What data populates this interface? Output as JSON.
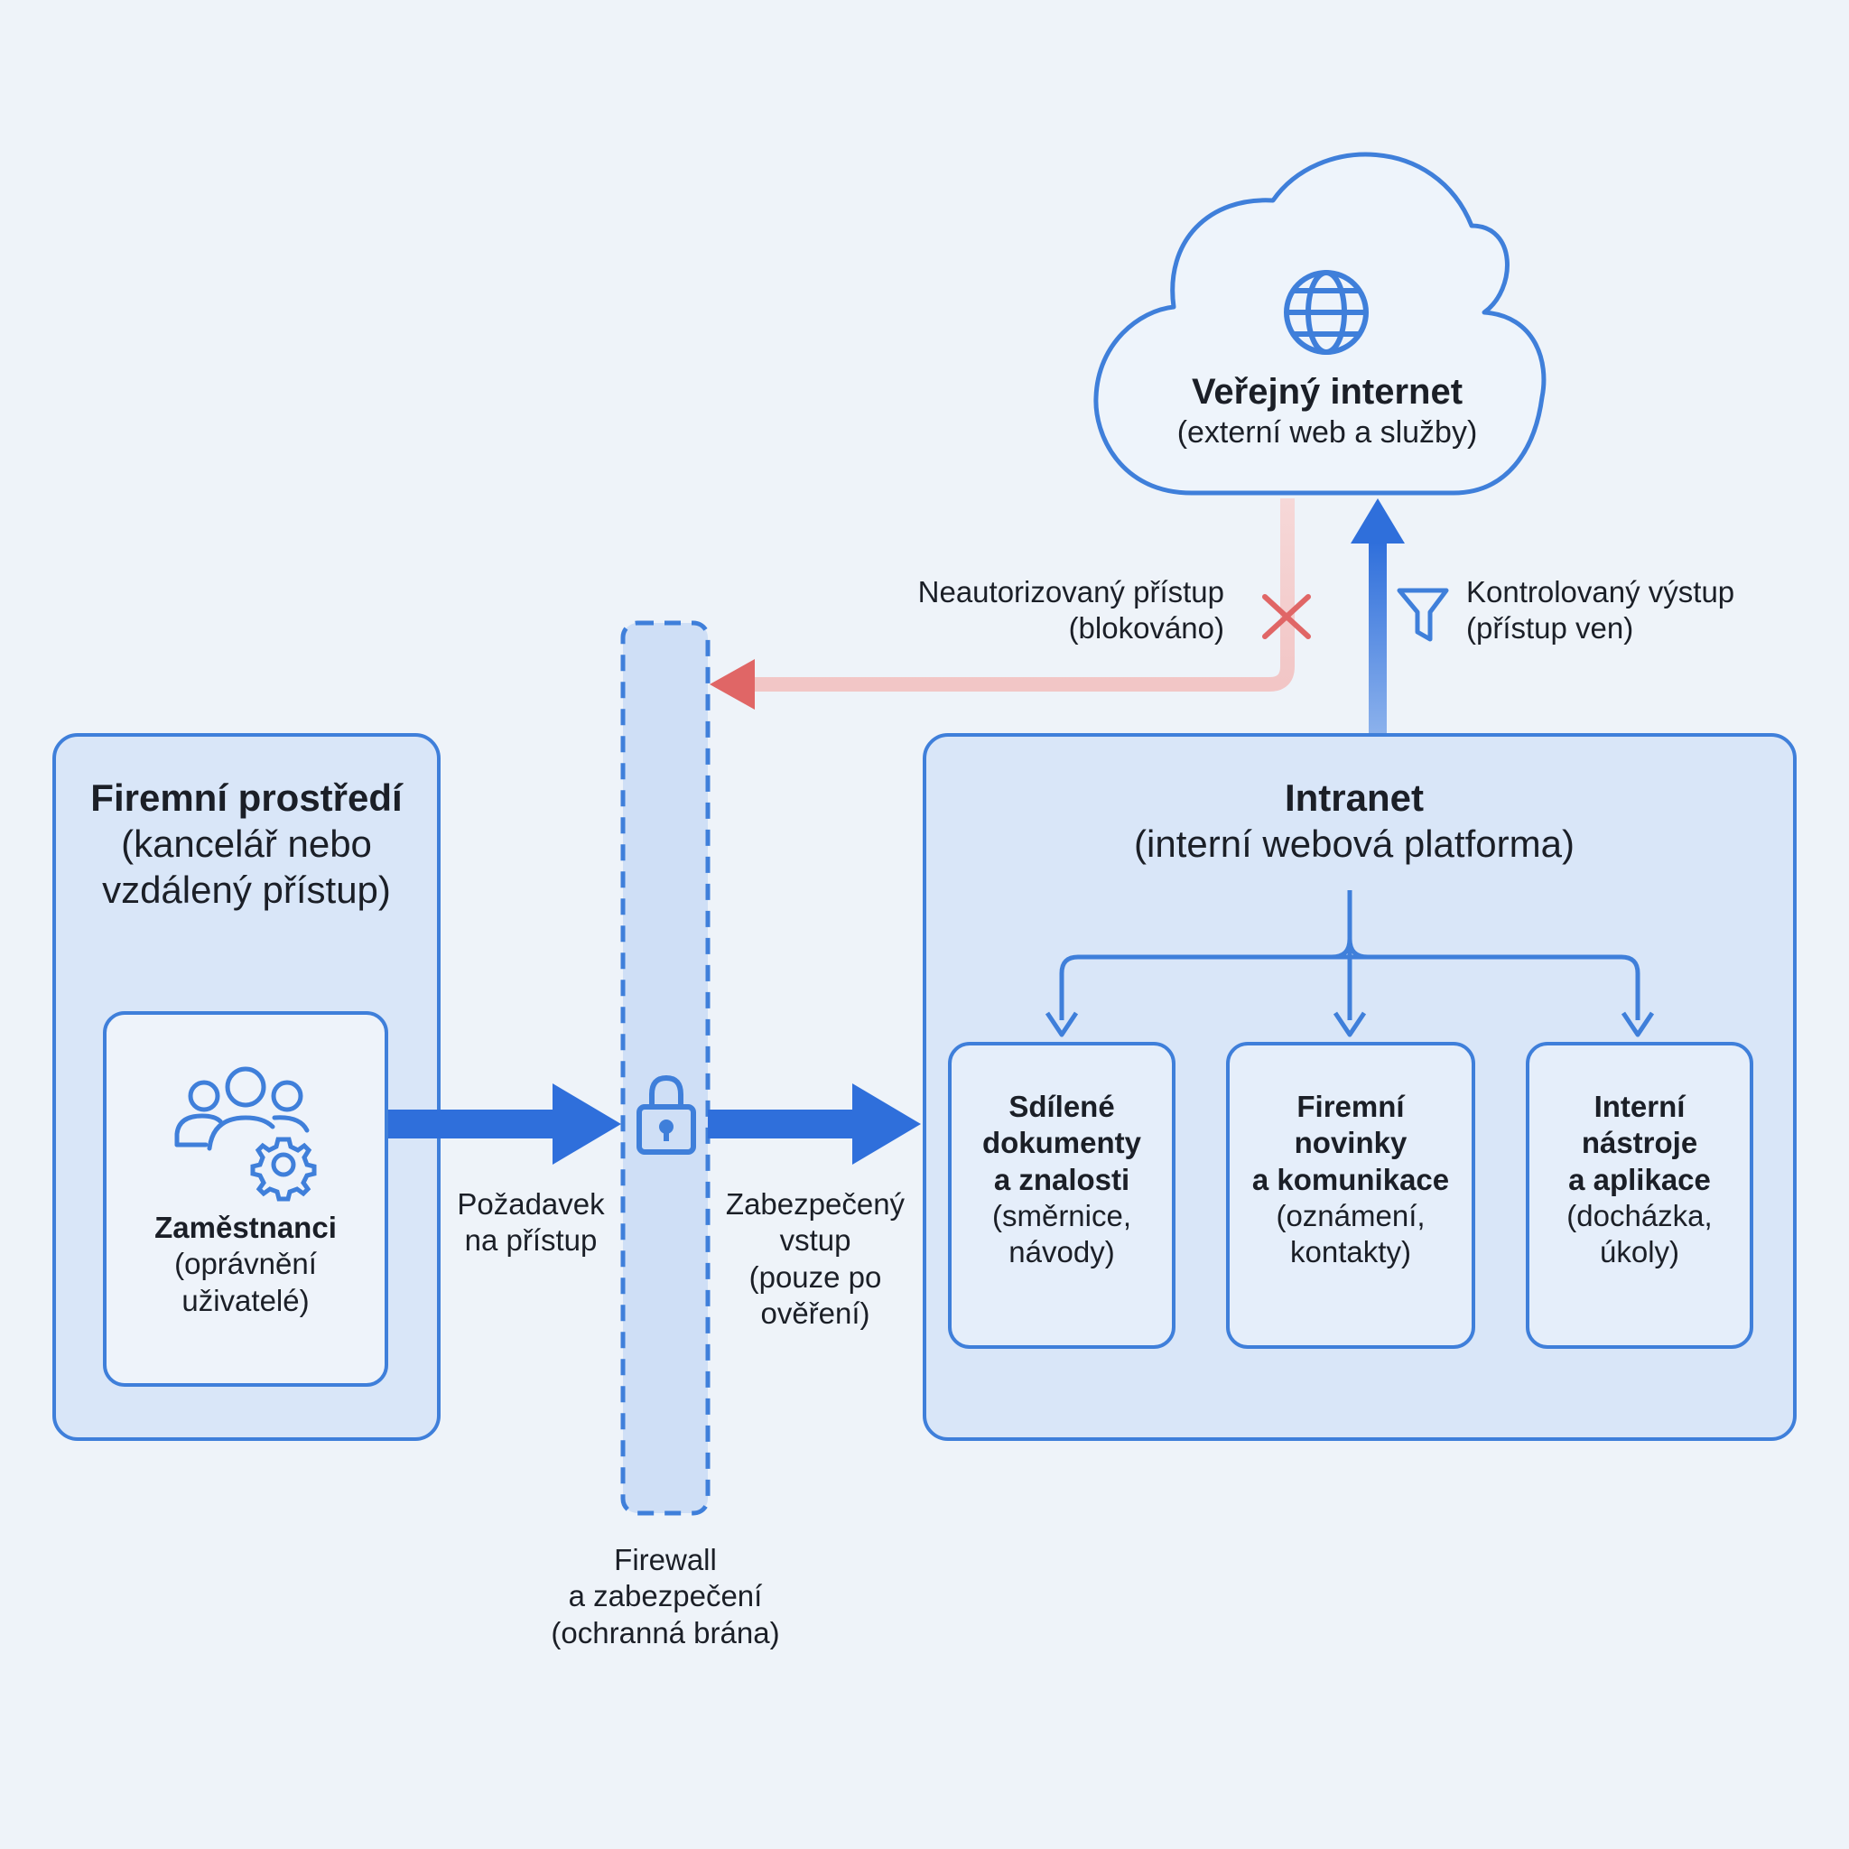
{
  "internet": {
    "title": "Veřejný internet",
    "subtitle": "(externí web a služby)"
  },
  "blocked": {
    "line1": "Neautorizovaný přístup",
    "line2": "(blokováno)"
  },
  "egress": {
    "line1": "Kontrolovaný výstup",
    "line2": "(přístup ven)"
  },
  "corporate": {
    "title": "Firemní prostředí",
    "sub1": "(kancelář nebo",
    "sub2": "vzdálený přístup)"
  },
  "employees": {
    "title": "Zaměstnanci",
    "sub1": "(oprávnění",
    "sub2": "uživatelé)"
  },
  "request": {
    "line1": "Požadavek",
    "line2": "na přístup"
  },
  "secure_entry": {
    "line1": "Zabezpečený",
    "line2": "vstup",
    "line3": "(pouze po",
    "line4": "ověření)"
  },
  "firewall": {
    "line1": "Firewall",
    "line2": "a zabezpečení",
    "line3": "(ochranná brána)"
  },
  "intranet": {
    "title": "Intranet",
    "subtitle": "(interní webová platforma)",
    "modules": [
      {
        "l1": "Sdílené",
        "l2": "dokumenty",
        "l3": "a znalosti",
        "l4": "(směrnice,",
        "l5": "návody)"
      },
      {
        "l1": "Firemní",
        "l2": "novinky",
        "l3": "a komunikace",
        "l4": "(oznámení,",
        "l5": "kontakty)"
      },
      {
        "l1": "Interní",
        "l2": "nástroje",
        "l3": "a aplikace",
        "l4": "(docházka,",
        "l5": "úkoly)"
      }
    ]
  },
  "colors": {
    "accent": "#3f7fda",
    "arrow": "#2f6fdb",
    "blocked": "#e07070",
    "panel": "#d9e6f8",
    "background": "#eef3f9"
  }
}
